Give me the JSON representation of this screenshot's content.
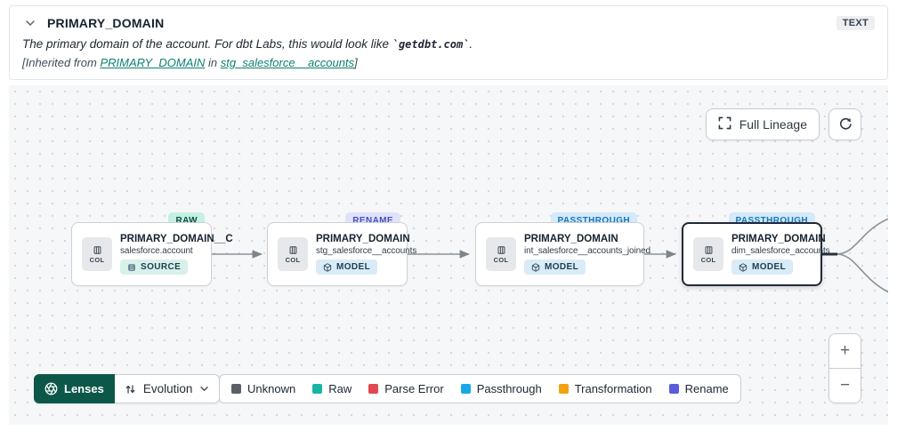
{
  "header": {
    "title": "PRIMARY_DOMAIN",
    "type_badge": "TEXT",
    "description_prefix": "The primary domain of the account. For dbt Labs, this would look like ",
    "description_code": "`getdbt.com`",
    "description_suffix": ".",
    "inherited_prefix": "[Inherited from ",
    "inherited_link_column": "PRIMARY_DOMAIN",
    "inherited_middle": " in ",
    "inherited_link_model": "stg_salesforce__accounts",
    "inherited_suffix": "]"
  },
  "toolbar": {
    "full_lineage_label": "Full Lineage"
  },
  "nodes": [
    {
      "title": "PRIMARY_DOMAIN__C",
      "subtitle": "salesforce.account",
      "resource_type": "SOURCE",
      "status": "RAW",
      "col_label": "COL",
      "selected": false
    },
    {
      "title": "PRIMARY_DOMAIN",
      "subtitle": "stg_salesforce__accounts",
      "resource_type": "MODEL",
      "status": "RENAME",
      "col_label": "COL",
      "selected": false
    },
    {
      "title": "PRIMARY_DOMAIN",
      "subtitle": "int_salesforce__accounts_joined",
      "resource_type": "MODEL",
      "status": "PASSTHROUGH",
      "col_label": "COL",
      "selected": false
    },
    {
      "title": "PRIMARY_DOMAIN",
      "subtitle": "dim_salesforce_accounts",
      "resource_type": "MODEL",
      "status": "PASSTHROUGH",
      "col_label": "COL",
      "selected": true
    }
  ],
  "footer": {
    "lenses_label": "Lenses",
    "lens_selected": "Evolution",
    "legend": [
      {
        "label": "Unknown",
        "color": "#5b6066"
      },
      {
        "label": "Raw",
        "color": "#18b5a2"
      },
      {
        "label": "Parse Error",
        "color": "#e0484e"
      },
      {
        "label": "Passthrough",
        "color": "#1ba8e8"
      },
      {
        "label": "Transformation",
        "color": "#f2a30f"
      },
      {
        "label": "Rename",
        "color": "#5a5cd8"
      }
    ]
  },
  "zoom_controls": {
    "zoom_in": "+",
    "zoom_out": "−"
  },
  "icons": {
    "chevron_down": "collapse-chevron",
    "expand": "full-lineage-expand-brackets",
    "refresh": "circular-refresh-arrow",
    "column": "column-chip",
    "source": "source-table",
    "model": "model-cube",
    "aperture": "lenses-aperture",
    "arrows_up_down": "evolution-arrows"
  },
  "colors": {
    "link_teal": "#0e8070",
    "lenses_green": "#0d5749",
    "badge_raw_bg": "#c4f1e1",
    "badge_rename_bg": "#dfe2fb",
    "badge_passthrough_bg": "#d4e9f9",
    "selected_node_border": "#1f2a37"
  }
}
